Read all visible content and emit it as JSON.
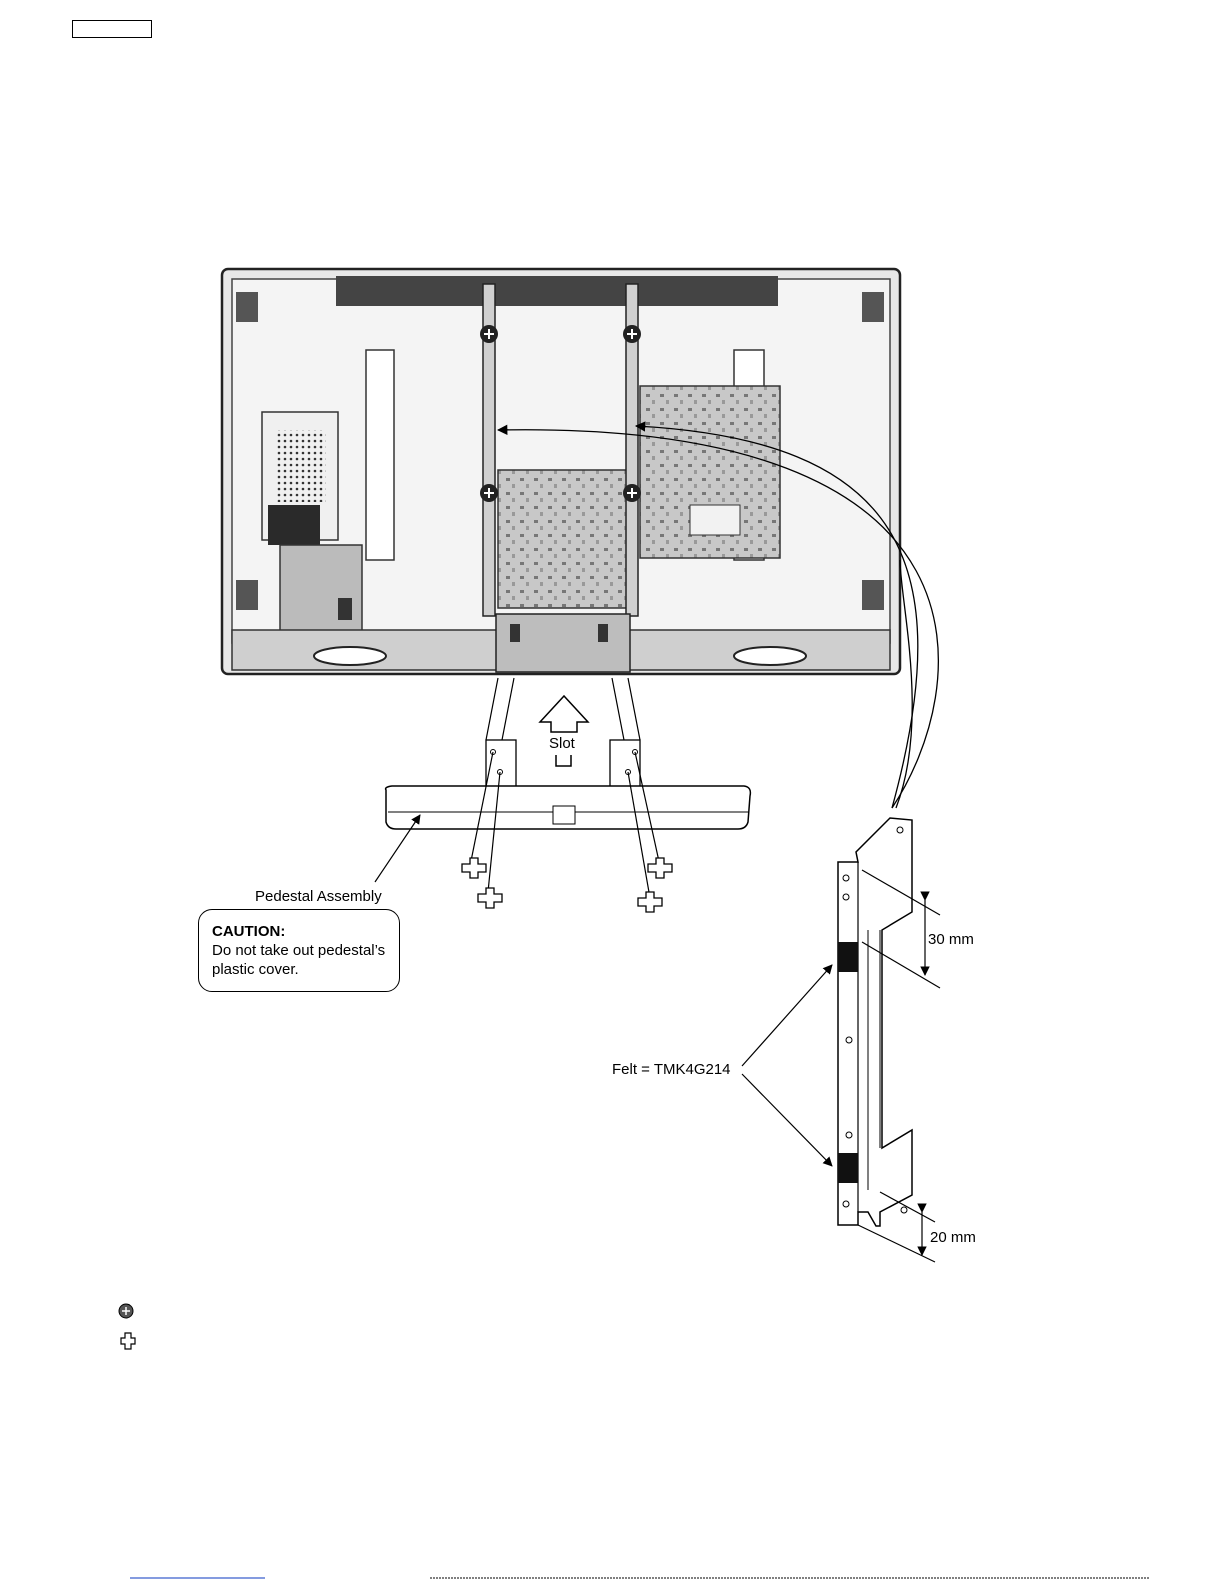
{
  "labels": {
    "slot": "Slot",
    "pedestal_assembly": "Pedestal Assembly",
    "felt": "Felt = TMK4G214",
    "dim_top": "30 mm",
    "dim_bottom": "20 mm"
  },
  "caution": {
    "title": "CAUTION:",
    "line1": "Do not take out pedestal’s",
    "line2": "plastic cover."
  },
  "icons": {
    "screw_dark": "screw-phillips-dark-icon",
    "screw_outline": "screw-phillips-outline-icon"
  },
  "colors": {
    "tv_frame": "#555555",
    "tv_panel": "#f2f2f2",
    "board": "#bdbdbd",
    "felt": "#111111"
  }
}
